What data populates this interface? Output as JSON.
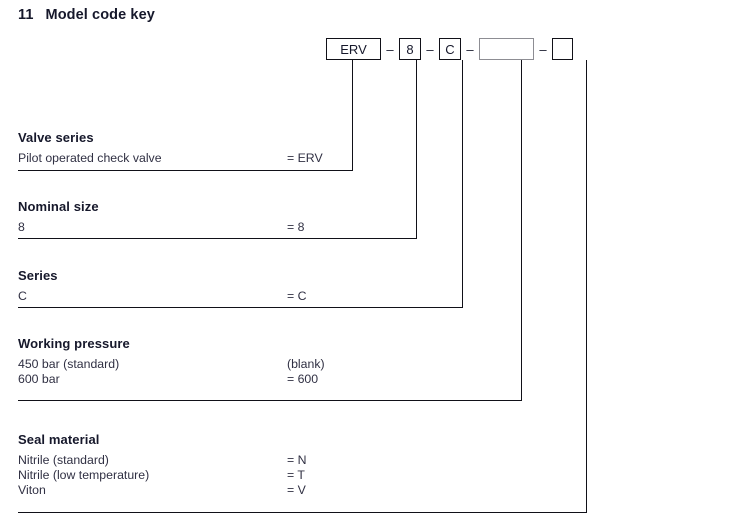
{
  "title": {
    "number": "11",
    "text": "Model code key"
  },
  "model_code": {
    "separator": "–",
    "boxes": [
      {
        "name": "valve-series",
        "value": "ERV"
      },
      {
        "name": "nominal-size",
        "value": "8"
      },
      {
        "name": "series",
        "value": "C"
      },
      {
        "name": "working-pressure",
        "value": ""
      },
      {
        "name": "seal-material",
        "value": ""
      }
    ]
  },
  "sections": [
    {
      "heading": "Valve series",
      "rows": [
        {
          "label": "Pilot operated check valve",
          "value": "= ERV"
        }
      ]
    },
    {
      "heading": "Nominal size",
      "rows": [
        {
          "label": "8",
          "value": "= 8"
        }
      ]
    },
    {
      "heading": "Series",
      "rows": [
        {
          "label": "C",
          "value": "= C"
        }
      ]
    },
    {
      "heading": "Working pressure",
      "rows": [
        {
          "label": "450 bar (standard)",
          "value": "(blank)"
        },
        {
          "label": "600 bar",
          "value": "= 600"
        }
      ]
    },
    {
      "heading": "Seal material",
      "rows": [
        {
          "label": "Nitrile (standard)",
          "value": "= N"
        },
        {
          "label": "Nitrile (low temperature)",
          "value": "= T"
        },
        {
          "label": "Viton",
          "value": "= V"
        }
      ]
    }
  ],
  "colors": {
    "line": "#111118",
    "text": "#16182b",
    "body_text": "#303043",
    "muted_border": "#8d8d93"
  }
}
